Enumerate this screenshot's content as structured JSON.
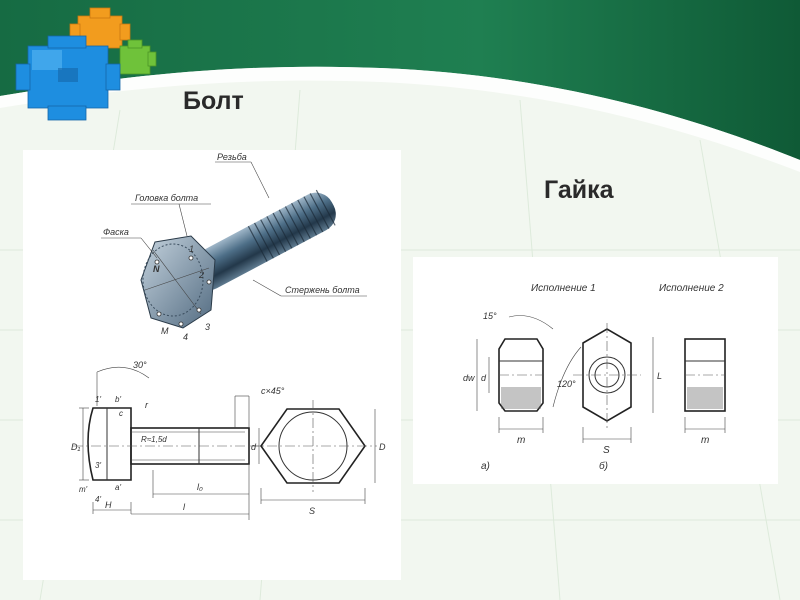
{
  "slide": {
    "title_bolt": "Болт",
    "title_nut": "Гайка",
    "colors": {
      "header_green": "#1e7a4e",
      "header_dark": "#0f5a36",
      "logo_blue": "#1e8ee0",
      "logo_orange": "#f29c1e",
      "logo_green": "#6fc23a"
    },
    "logo_icon": "puzzle-cubes-icon"
  },
  "bolt_figure": {
    "callouts": {
      "thread": "Резьба",
      "head": "Головка болта",
      "chamfer": "Фаска",
      "shank": "Стержень болта"
    },
    "points": [
      "N",
      "1",
      "2",
      "M",
      "4",
      "3"
    ],
    "drawing_labels": {
      "angle": "30°",
      "chamfer_dim": "c×45°",
      "radius": "R≈1,5d",
      "d1": "D₁",
      "d": "d",
      "D": "D",
      "H": "H",
      "l": "l",
      "l0": "l₀",
      "S": "S",
      "r": "r",
      "c": "c",
      "b1": "1'",
      "b2": "b'",
      "b3": "3'",
      "m1": "m'",
      "a1": "a'",
      "four": "4'"
    }
  },
  "nut_figure": {
    "variant1": "Исполнение 1",
    "variant2": "Исполнение 2",
    "angle_15": "15°",
    "angle_120": "120°",
    "dw": "dw",
    "d": "d",
    "L": "L",
    "m_left": "m",
    "S": "S",
    "m_right": "m",
    "sub_a": "а)",
    "sub_b": "б)"
  }
}
